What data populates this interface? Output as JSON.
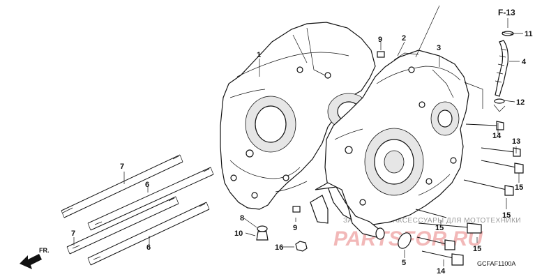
{
  "diagram": {
    "reference": "F-13",
    "drawing_code": "GCFAF1100A",
    "front_label": "FR.",
    "callouts": [
      {
        "id": "c1",
        "label": "1"
      },
      {
        "id": "c2",
        "label": "2"
      },
      {
        "id": "c3",
        "label": "3"
      },
      {
        "id": "c4",
        "label": "4"
      },
      {
        "id": "c5",
        "label": "5"
      },
      {
        "id": "c6a",
        "label": "6"
      },
      {
        "id": "c6b",
        "label": "6"
      },
      {
        "id": "c7a",
        "label": "7"
      },
      {
        "id": "c7b",
        "label": "7"
      },
      {
        "id": "c8",
        "label": "8"
      },
      {
        "id": "c9a",
        "label": "9"
      },
      {
        "id": "c9b",
        "label": "9"
      },
      {
        "id": "c10",
        "label": "10"
      },
      {
        "id": "c11",
        "label": "11"
      },
      {
        "id": "c12",
        "label": "12"
      },
      {
        "id": "c13",
        "label": "13"
      },
      {
        "id": "c14a",
        "label": "14"
      },
      {
        "id": "c14b",
        "label": "14"
      },
      {
        "id": "c15a",
        "label": "15"
      },
      {
        "id": "c15b",
        "label": "15"
      },
      {
        "id": "c15c",
        "label": "15"
      },
      {
        "id": "c15d",
        "label": "15"
      },
      {
        "id": "c16",
        "label": "16"
      }
    ]
  },
  "watermark": {
    "line1": "ЗАПЧАСТИ И АКСЕССУАРЫ ДЛЯ МОТОТЕХНИКИ",
    "line2": "PARTSFOR.RU"
  },
  "colors": {
    "ink": "#111111",
    "watermark_red": "#f2b8b8",
    "watermark_gray": "#9a9a9a"
  }
}
